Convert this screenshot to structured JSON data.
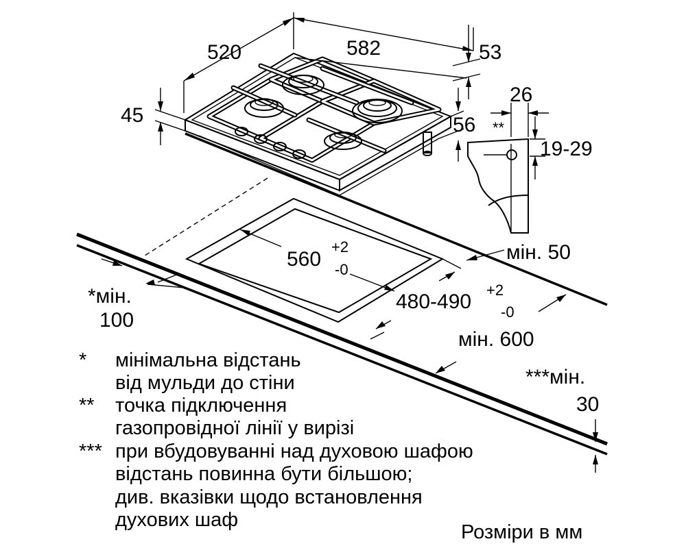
{
  "dimensions": {
    "depth_520": "520",
    "width_582": "582",
    "d53": "53",
    "d45": "45",
    "d56": "56",
    "d26": "26",
    "connector_mark": "**",
    "d19_29": "19-29",
    "cutout_width": "560",
    "cutout_width_tol_plus": "+2",
    "cutout_width_tol_minus": "-0",
    "cutout_depth": "480-490",
    "cutout_depth_tol_plus": "+2",
    "cutout_depth_tol_minus": "-0",
    "min_50": "мін. 50",
    "min_100_line1": "*мін.",
    "min_100_line2": "100",
    "min_600": "мін. 600",
    "min_30_line1": "***мін.",
    "min_30_line2": "30"
  },
  "notes": [
    {
      "mark": "*",
      "lines": [
        "мінімальна відстань",
        "від мульди до стіни"
      ]
    },
    {
      "mark": "**",
      "lines": [
        "точка підключення",
        "газопровідної лінії у вирізі"
      ]
    },
    {
      "mark": "***",
      "lines": [
        "при вбудовуванні над духовою шафою",
        "відстань повинна бути більшою;",
        "див. вказівки щодо встановлення",
        "духових шаф"
      ]
    }
  ],
  "units_label": "Розміри в мм"
}
